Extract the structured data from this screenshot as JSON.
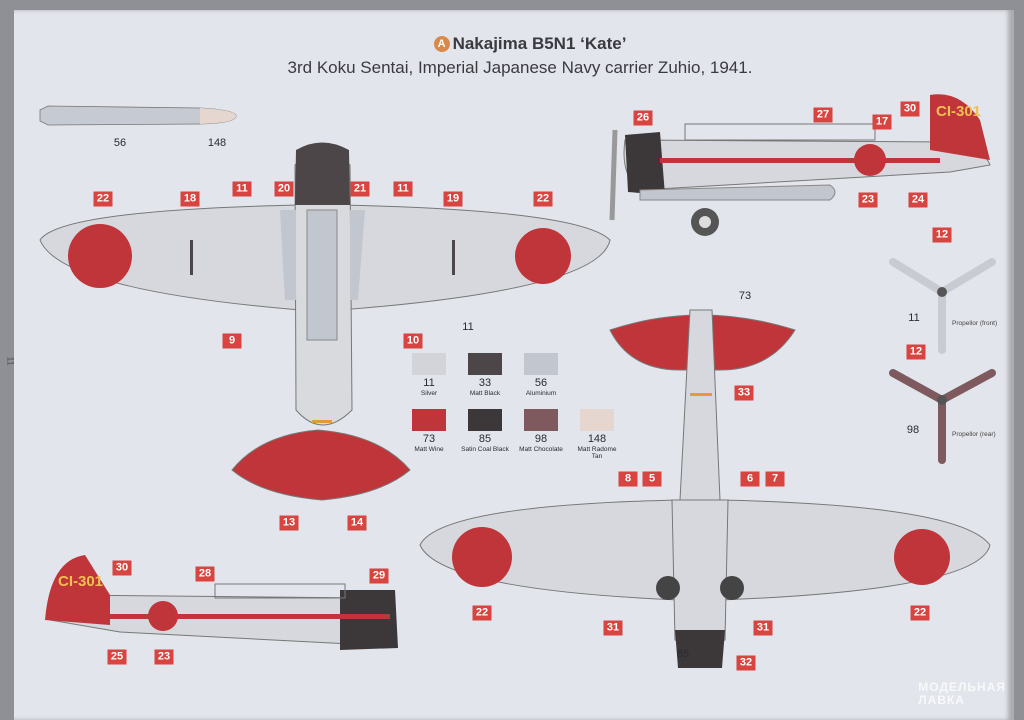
{
  "header": {
    "marker": "A",
    "title": "Nakajima B5N1 ‘Kate’",
    "subtitle": "3rd Koku Sentai, Imperial Japanese Navy carrier Zuhio, 1941."
  },
  "page_number": "11",
  "aircraft_code": "CI-301",
  "callouts": {
    "top_view": [
      "22",
      "18",
      "11",
      "20",
      "21",
      "11",
      "19",
      "22",
      "9",
      "10",
      "13",
      "14"
    ],
    "top_view_text": "11",
    "torpedo": [
      "56",
      "148"
    ],
    "side_right": [
      "26",
      "27",
      "30",
      "17",
      "23",
      "24"
    ],
    "bottom_view": [
      "33",
      "8",
      "5",
      "6",
      "7",
      "22",
      "22",
      "31",
      "31",
      "32"
    ],
    "bottom_view_text": [
      "73",
      "85"
    ],
    "side_left": [
      "30",
      "28",
      "29",
      "25",
      "23"
    ],
    "propellers": {
      "front_tip_callout": "12",
      "front_color": "11",
      "front_label": "Propellor (front)",
      "front_hub_callout": "12",
      "rear_color": "98",
      "rear_label": "Propellor (rear)"
    }
  },
  "paints": [
    {
      "code": "11",
      "name": "Silver",
      "color": "#d3d4d9"
    },
    {
      "code": "33",
      "name": "Matt Black",
      "color": "#4c4648"
    },
    {
      "code": "56",
      "name": "Aluminium",
      "color": "#c2c6cf"
    },
    {
      "code": "73",
      "name": "Matt Wine",
      "color": "#c0353a"
    },
    {
      "code": "85",
      "name": "Satin Coal Black",
      "color": "#3c3839"
    },
    {
      "code": "98",
      "name": "Matt Chocolate",
      "color": "#7e5a5e"
    },
    {
      "code": "148",
      "name": "Matt Radome Tan",
      "color": "#e6d6d0"
    }
  ],
  "watermark": [
    "МОДЕЛЬНАЯ",
    "ЛАВКА"
  ]
}
